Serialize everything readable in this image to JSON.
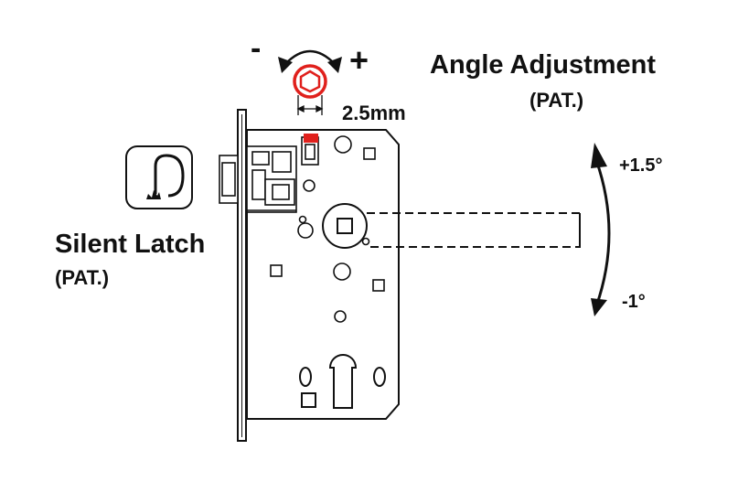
{
  "labels": {
    "angle_title": "Angle Adjustment",
    "angle_pat": "(PAT.)",
    "silent_title": "Silent Latch",
    "silent_pat": "(PAT.)",
    "minus": "-",
    "plus": "+",
    "screw_size": "2.5mm",
    "angle_up": "+1.5°",
    "angle_down": "-1°"
  },
  "colors": {
    "line": "#111111",
    "accent_red": "#e0201c",
    "background": "#ffffff"
  },
  "icons": {
    "adjust_screw": "hex-socket-icon",
    "rotation": "rotate-arrows-icon",
    "silent_latch": "silent-latch-icon"
  }
}
